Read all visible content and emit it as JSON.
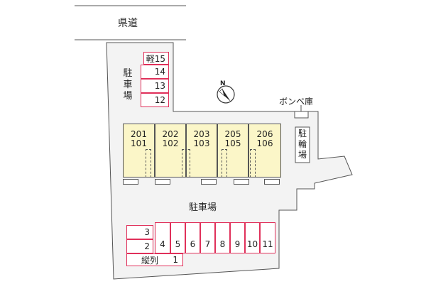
{
  "road": {
    "label": "県道"
  },
  "parking_top": {
    "label_chars": [
      "駐",
      "車",
      "場"
    ],
    "slots": [
      "軽15",
      "14",
      "13",
      "12"
    ]
  },
  "compass": {
    "label": "N"
  },
  "gas_storage": {
    "label": "ボンベ庫"
  },
  "bicycle_parking": {
    "label_chars": [
      "駐",
      "輪",
      "場"
    ]
  },
  "units": [
    {
      "upper": "201",
      "lower": "101"
    },
    {
      "upper": "202",
      "lower": "102"
    },
    {
      "upper": "203",
      "lower": "103"
    },
    {
      "upper": "205",
      "lower": "105"
    },
    {
      "upper": "206",
      "lower": "106"
    }
  ],
  "parking_main": {
    "label": "駐車場",
    "left_slots": [
      "3",
      "2"
    ],
    "bottom_slot": {
      "label": "縦列",
      "number": "1"
    },
    "row_slots": [
      "4",
      "5",
      "6",
      "7",
      "8",
      "9",
      "10",
      "11"
    ]
  },
  "colors": {
    "lot": "#f3f3f3",
    "building": "#fbf6c8",
    "parking_line": "#e0305a",
    "outline": "#555555"
  }
}
